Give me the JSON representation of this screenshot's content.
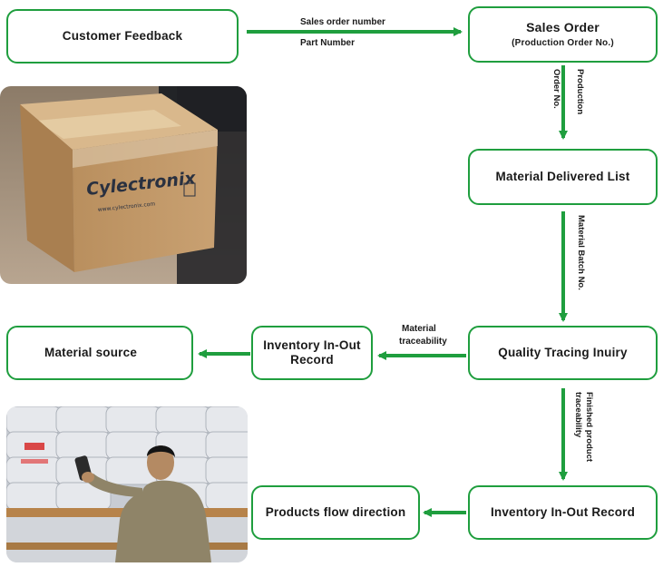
{
  "nodes": {
    "customer_feedback": "Customer Feedback",
    "sales_order": "Sales Order",
    "sales_order_sub": "(Production Order No.)",
    "material_delivered": "Material Delivered List",
    "quality_tracing": "Quality Tracing Inuiry",
    "inventory_record_mid_line1": "Inventory In-Out",
    "inventory_record_mid_line2": "Record",
    "material_source": "Material source",
    "inventory_record_bottom": "Inventory In-Out Record",
    "products_flow": "Products  flow direction"
  },
  "edge_labels": {
    "sales_order_number": "Sales order number",
    "part_number": "Part Number",
    "production": "Production",
    "order_no": "Order No.",
    "material_batch_no": "Material Batch No.",
    "material": "Material",
    "traceability": "traceability",
    "finished_product": "Finished product",
    "finished_traceability": "traceability"
  },
  "photos": {
    "box_brand": "Cylectronix",
    "box_url": "www.cylectronix.com"
  },
  "colors": {
    "accent": "#1f9e3e",
    "text": "#1a1a1a"
  }
}
